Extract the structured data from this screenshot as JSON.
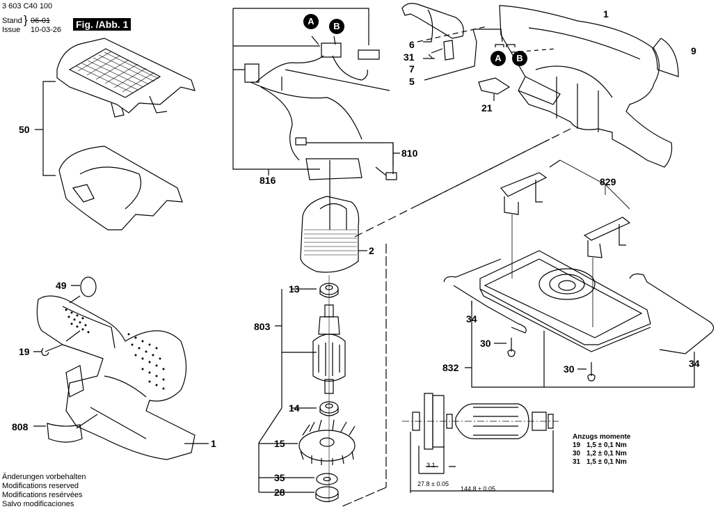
{
  "header": {
    "part_number": "3 603 C40 100",
    "stand_label": "Stand",
    "issue_label": "Issue",
    "stand_old_value": "06-01",
    "issue_value": "10-03-26",
    "figure_label": "Fig. /Abb. 1"
  },
  "notes": [
    "Änderungen vorbehalten",
    "Modifications reserved",
    "Modifications resérvées",
    "Salvo modificaciones"
  ],
  "torque": {
    "title": "Anzugs momente",
    "rows": [
      {
        "part": "19",
        "value": "1,5 ± 0,1 Nm"
      },
      {
        "part": "30",
        "value": "1,2 ± 0,1 Nm"
      },
      {
        "part": "31",
        "value": "1,5 ± 0,1 Nm"
      }
    ]
  },
  "dimensions": {
    "d1": "3.1",
    "d2": "27.8 ± 0.05",
    "d3": "144.8 ± 0.05"
  },
  "connectors": {
    "a": "A",
    "b": "B"
  },
  "parts": {
    "p1_top": "1",
    "p9": "9",
    "p6": "6",
    "p31": "31",
    "p7": "7",
    "p5": "5",
    "p21": "21",
    "p810": "810",
    "p816": "816",
    "p50": "50",
    "p2": "2",
    "p829": "829",
    "p13": "13",
    "p803": "803",
    "p14": "14",
    "p15": "15",
    "p35": "35",
    "p28": "28",
    "p49": "49",
    "p19": "19",
    "p808": "808",
    "p1_bottom": "1",
    "p34_left": "34",
    "p34_right": "34",
    "p30_left": "30",
    "p30_right": "30",
    "p832": "832"
  }
}
